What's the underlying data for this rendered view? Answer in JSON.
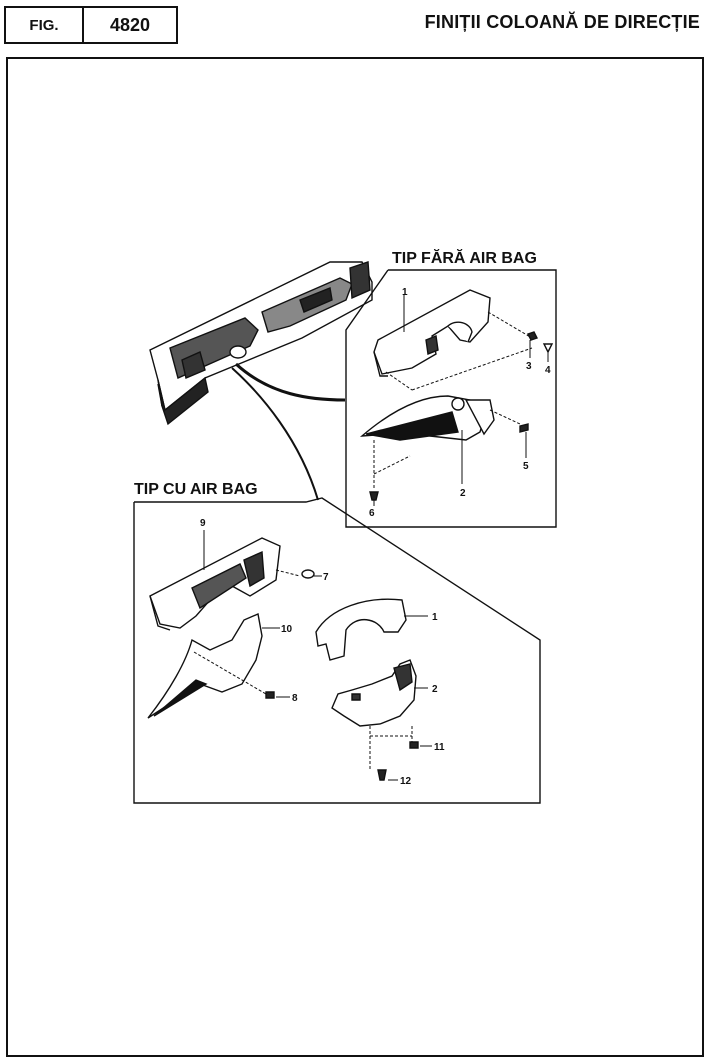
{
  "header": {
    "fig_label": "FIG.",
    "fig_number": "4820",
    "title": "FINIȚII COLOANĂ DE DIRECȚIE"
  },
  "sections": {
    "no_airbag": {
      "title": "TIP FĂRĂ AIR BAG",
      "callouts": [
        "1",
        "2",
        "3",
        "4",
        "5",
        "6"
      ]
    },
    "airbag": {
      "title": "TIP CU AIR BAG",
      "callouts": [
        "9",
        "7",
        "10",
        "1",
        "8",
        "2",
        "11",
        "12"
      ]
    }
  }
}
